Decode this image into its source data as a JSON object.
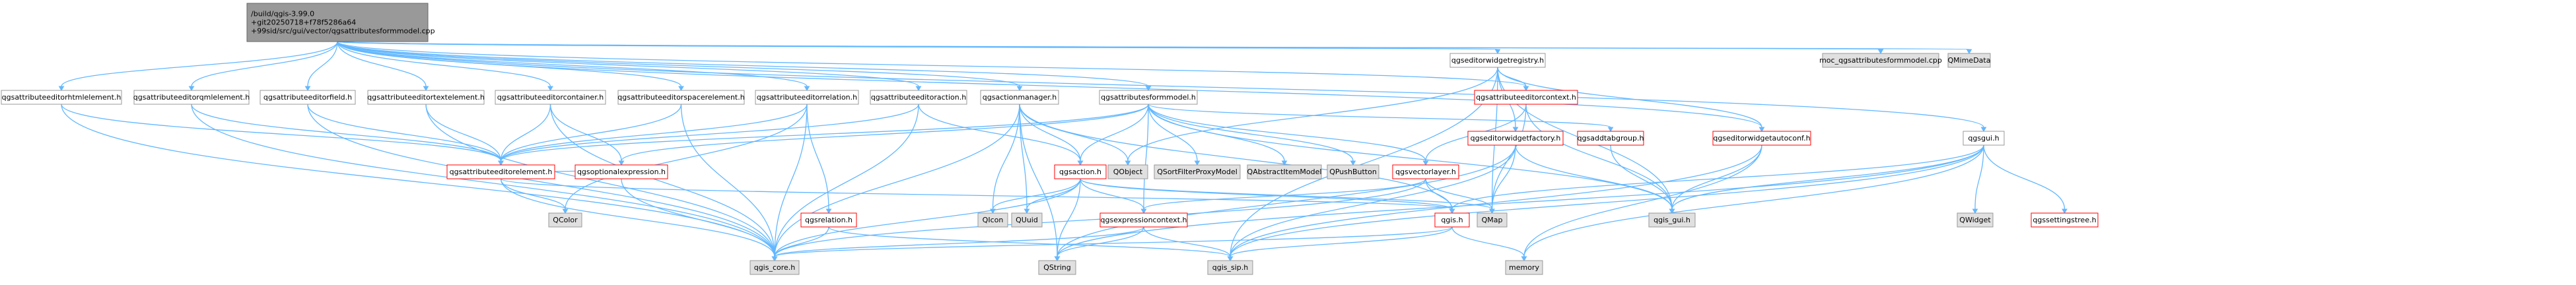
{
  "colors": {
    "edge": "#63b8ff",
    "node_fill": "#ffffff",
    "node_stroke": "#999999",
    "gray_fill": "#e0e0e0",
    "root_fill": "#999999",
    "root_stroke": "#666666",
    "red_stroke": "#ff0000"
  },
  "nodes": [
    {
      "id": "root",
      "label": [
        "/build/qgis-3.99.0",
        "+git20250718+f78f5286a64",
        "+99sid/src/gui/vector/qgsattributesformmodel.cpp"
      ],
      "style": "root",
      "interactable": false
    },
    {
      "id": "htmlelement",
      "label": [
        "qgsattributeeditorhtmlelement.h"
      ],
      "style": "normal",
      "interactable": true
    },
    {
      "id": "qmlelement",
      "label": [
        "qgsattributeeditorqmlelement.h"
      ],
      "style": "normal",
      "interactable": true
    },
    {
      "id": "field",
      "label": [
        "qgsattributeeditorfield.h"
      ],
      "style": "normal",
      "interactable": true
    },
    {
      "id": "textelement",
      "label": [
        "qgsattributeeditortextelement.h"
      ],
      "style": "normal",
      "interactable": true
    },
    {
      "id": "container",
      "label": [
        "qgsattributeeditorcontainer.h"
      ],
      "style": "normal",
      "interactable": true
    },
    {
      "id": "spacer",
      "label": [
        "qgsattributeeditorspacerelement.h"
      ],
      "style": "normal",
      "interactable": true
    },
    {
      "id": "relation",
      "label": [
        "qgsattributeeditorrelation.h"
      ],
      "style": "normal",
      "interactable": true
    },
    {
      "id": "action",
      "label": [
        "qgsattributeeditoraction.h"
      ],
      "style": "normal",
      "interactable": true
    },
    {
      "id": "actionmanager",
      "label": [
        "qgsactionmanager.h"
      ],
      "style": "normal",
      "interactable": true
    },
    {
      "id": "formmodel_h",
      "label": [
        "qgsattributesformmodel.h"
      ],
      "style": "normal",
      "interactable": true
    },
    {
      "id": "widgetregistry",
      "label": [
        "qgseditorwidgetregistry.h"
      ],
      "style": "normal",
      "interactable": true
    },
    {
      "id": "moc",
      "label": [
        "moc_qgsattributesformmodel.cpp"
      ],
      "style": "gray",
      "interactable": false
    },
    {
      "id": "qmimedata",
      "label": [
        "QMimeData"
      ],
      "style": "gray",
      "interactable": false
    },
    {
      "id": "qgsgui",
      "label": [
        "qgsgui.h"
      ],
      "style": "normal",
      "interactable": true
    },
    {
      "id": "editorelement",
      "label": [
        "qgsattributeeditorelement.h"
      ],
      "style": "red",
      "interactable": true
    },
    {
      "id": "optionalexpr",
      "label": [
        "qgsoptionalexpression.h"
      ],
      "style": "red",
      "interactable": true
    },
    {
      "id": "qgsrelation",
      "label": [
        "qgsrelation.h"
      ],
      "style": "red",
      "interactable": true
    },
    {
      "id": "qgsaction",
      "label": [
        "qgsaction.h"
      ],
      "style": "red",
      "interactable": true
    },
    {
      "id": "qobject",
      "label": [
        "QObject"
      ],
      "style": "gray",
      "interactable": false
    },
    {
      "id": "qsortfilter",
      "label": [
        "QSortFilterProxyModel"
      ],
      "style": "gray",
      "interactable": false
    },
    {
      "id": "qabstractitem",
      "label": [
        "QAbstractItemModel"
      ],
      "style": "gray",
      "interactable": false
    },
    {
      "id": "qpushbutton",
      "label": [
        "QPushButton"
      ],
      "style": "gray",
      "interactable": false
    },
    {
      "id": "vectorlayer",
      "label": [
        "qgsvectorlayer.h"
      ],
      "style": "red",
      "interactable": true
    },
    {
      "id": "editorcontext",
      "label": [
        "qgsattributeeditorcontext.h"
      ],
      "style": "red",
      "interactable": true
    },
    {
      "id": "widgetfactory",
      "label": [
        "qgseditorwidgetfactory.h"
      ],
      "style": "red",
      "interactable": true
    },
    {
      "id": "addtabgroup",
      "label": [
        "qgsaddtabgroup.h"
      ],
      "style": "red",
      "interactable": true
    },
    {
      "id": "autoconf",
      "label": [
        "qgseditorwidgetautoconf.h"
      ],
      "style": "red",
      "interactable": true
    },
    {
      "id": "qcolor",
      "label": [
        "QColor"
      ],
      "style": "gray",
      "interactable": false
    },
    {
      "id": "qicon",
      "label": [
        "QIcon"
      ],
      "style": "gray",
      "interactable": false
    },
    {
      "id": "quuid",
      "label": [
        "QUuid"
      ],
      "style": "gray",
      "interactable": false
    },
    {
      "id": "exprcontext",
      "label": [
        "qgsexpressioncontext.h"
      ],
      "style": "red",
      "interactable": true
    },
    {
      "id": "qgis_h",
      "label": [
        "qgis.h"
      ],
      "style": "red",
      "interactable": true
    },
    {
      "id": "qmap",
      "label": [
        "QMap"
      ],
      "style": "gray",
      "interactable": false
    },
    {
      "id": "qgis_gui",
      "label": [
        "qgis_gui.h"
      ],
      "style": "gray",
      "interactable": false
    },
    {
      "id": "qwidget",
      "label": [
        "QWidget"
      ],
      "style": "gray",
      "interactable": false
    },
    {
      "id": "settingstree",
      "label": [
        "qgssettingstree.h"
      ],
      "style": "red",
      "interactable": true
    },
    {
      "id": "memory",
      "label": [
        "memory"
      ],
      "style": "gray",
      "interactable": false
    },
    {
      "id": "qgis_core",
      "label": [
        "qgis_core.h"
      ],
      "style": "gray",
      "interactable": false
    },
    {
      "id": "qstring",
      "label": [
        "QString"
      ],
      "style": "gray",
      "interactable": false
    },
    {
      "id": "qgis_sip",
      "label": [
        "qgis_sip.h"
      ],
      "style": "gray",
      "interactable": false
    }
  ],
  "edges": [
    [
      "root",
      "htmlelement"
    ],
    [
      "root",
      "qmlelement"
    ],
    [
      "root",
      "field"
    ],
    [
      "root",
      "textelement"
    ],
    [
      "root",
      "container"
    ],
    [
      "root",
      "spacer"
    ],
    [
      "root",
      "relation"
    ],
    [
      "root",
      "action"
    ],
    [
      "root",
      "actionmanager"
    ],
    [
      "root",
      "formmodel_h"
    ],
    [
      "root",
      "widgetregistry"
    ],
    [
      "root",
      "moc"
    ],
    [
      "root",
      "qmimedata"
    ],
    [
      "root",
      "qgsgui"
    ],
    [
      "root",
      "autoconf"
    ],
    [
      "root",
      "editorcontext"
    ],
    [
      "htmlelement",
      "editorelement"
    ],
    [
      "htmlelement",
      "qgis_core"
    ],
    [
      "qmlelement",
      "editorelement"
    ],
    [
      "qmlelement",
      "qgis_core"
    ],
    [
      "field",
      "editorelement"
    ],
    [
      "field",
      "qgis_core"
    ],
    [
      "textelement",
      "editorelement"
    ],
    [
      "textelement",
      "qgis_core"
    ],
    [
      "container",
      "editorelement"
    ],
    [
      "container",
      "optionalexpr"
    ],
    [
      "container",
      "qgis_core"
    ],
    [
      "spacer",
      "editorelement"
    ],
    [
      "spacer",
      "qgis_core"
    ],
    [
      "relation",
      "editorelement"
    ],
    [
      "relation",
      "qgsrelation"
    ],
    [
      "relation",
      "qcolor"
    ],
    [
      "relation",
      "qgis_core"
    ],
    [
      "action",
      "qgsaction"
    ],
    [
      "action",
      "editorelement"
    ],
    [
      "action",
      "qgis_core"
    ],
    [
      "actionmanager",
      "qgsaction"
    ],
    [
      "actionmanager",
      "qobject"
    ],
    [
      "actionmanager",
      "qicon"
    ],
    [
      "actionmanager",
      "qgis_core"
    ],
    [
      "actionmanager",
      "quuid"
    ],
    [
      "actionmanager",
      "qgis_h"
    ],
    [
      "actionmanager",
      "qstring"
    ],
    [
      "formmodel_h",
      "editorelement"
    ],
    [
      "formmodel_h",
      "optionalexpr"
    ],
    [
      "formmodel_h",
      "qsortfilter"
    ],
    [
      "formmodel_h",
      "qabstractitem"
    ],
    [
      "formmodel_h",
      "qpushbutton"
    ],
    [
      "formmodel_h",
      "vectorlayer"
    ],
    [
      "formmodel_h",
      "qgsaction"
    ],
    [
      "formmodel_h",
      "addtabgroup"
    ],
    [
      "formmodel_h",
      "exprcontext"
    ],
    [
      "formmodel_h",
      "qgis_gui"
    ],
    [
      "widgetregistry",
      "qobject"
    ],
    [
      "widgetregistry",
      "qmap"
    ],
    [
      "widgetregistry",
      "editorcontext"
    ],
    [
      "widgetregistry",
      "widgetfactory"
    ],
    [
      "widgetregistry",
      "qgis_gui"
    ],
    [
      "widgetregistry",
      "qgis_sip"
    ],
    [
      "widgetregistry",
      "autoconf"
    ],
    [
      "qgsgui",
      "qgis_gui"
    ],
    [
      "qgsgui",
      "qgis_sip"
    ],
    [
      "qgsgui",
      "qwidget"
    ],
    [
      "qgsgui",
      "memory"
    ],
    [
      "qgsgui",
      "qgis_h"
    ],
    [
      "qgsgui",
      "settingstree"
    ],
    [
      "qgsgui",
      "qstring"
    ],
    [
      "editorelement",
      "qgis_core"
    ],
    [
      "editorelement",
      "qgis_h"
    ],
    [
      "editorelement",
      "qcolor"
    ],
    [
      "editorelement",
      "optionalexpr"
    ],
    [
      "optionalexpr",
      "qgis_core"
    ],
    [
      "qgsrelation",
      "qgis_core"
    ],
    [
      "qgsrelation",
      "qgis_sip"
    ],
    [
      "qgsaction",
      "qgis_core"
    ],
    [
      "qgsaction",
      "qicon"
    ],
    [
      "qgsaction",
      "quuid"
    ],
    [
      "qgsaction",
      "exprcontext"
    ],
    [
      "qgsaction",
      "qgis_h"
    ],
    [
      "qgsaction",
      "qstring"
    ],
    [
      "qgsaction",
      "qmap"
    ],
    [
      "vectorlayer",
      "qgis_h"
    ],
    [
      "vectorlayer",
      "qgis_core"
    ],
    [
      "vectorlayer",
      "exprcontext"
    ],
    [
      "vectorlayer",
      "qmap"
    ],
    [
      "editorcontext",
      "vectorlayer"
    ],
    [
      "editorcontext",
      "qgis_gui"
    ],
    [
      "editorcontext",
      "qmap"
    ],
    [
      "widgetfactory",
      "qmap"
    ],
    [
      "widgetfactory",
      "qgis_sip"
    ],
    [
      "widgetfactory",
      "qgis_gui"
    ],
    [
      "widgetfactory",
      "qstring"
    ],
    [
      "addtabgroup",
      "qgis_gui"
    ],
    [
      "autoconf",
      "qgis_gui"
    ],
    [
      "autoconf",
      "qgis_sip"
    ],
    [
      "autoconf",
      "memory"
    ],
    [
      "exprcontext",
      "qgis_core"
    ],
    [
      "exprcontext",
      "qstring"
    ],
    [
      "exprcontext",
      "qgis_sip"
    ],
    [
      "qgis_h",
      "qgis_core"
    ],
    [
      "qgis_h",
      "qgis_sip"
    ],
    [
      "qgis_h",
      "memory"
    ]
  ]
}
